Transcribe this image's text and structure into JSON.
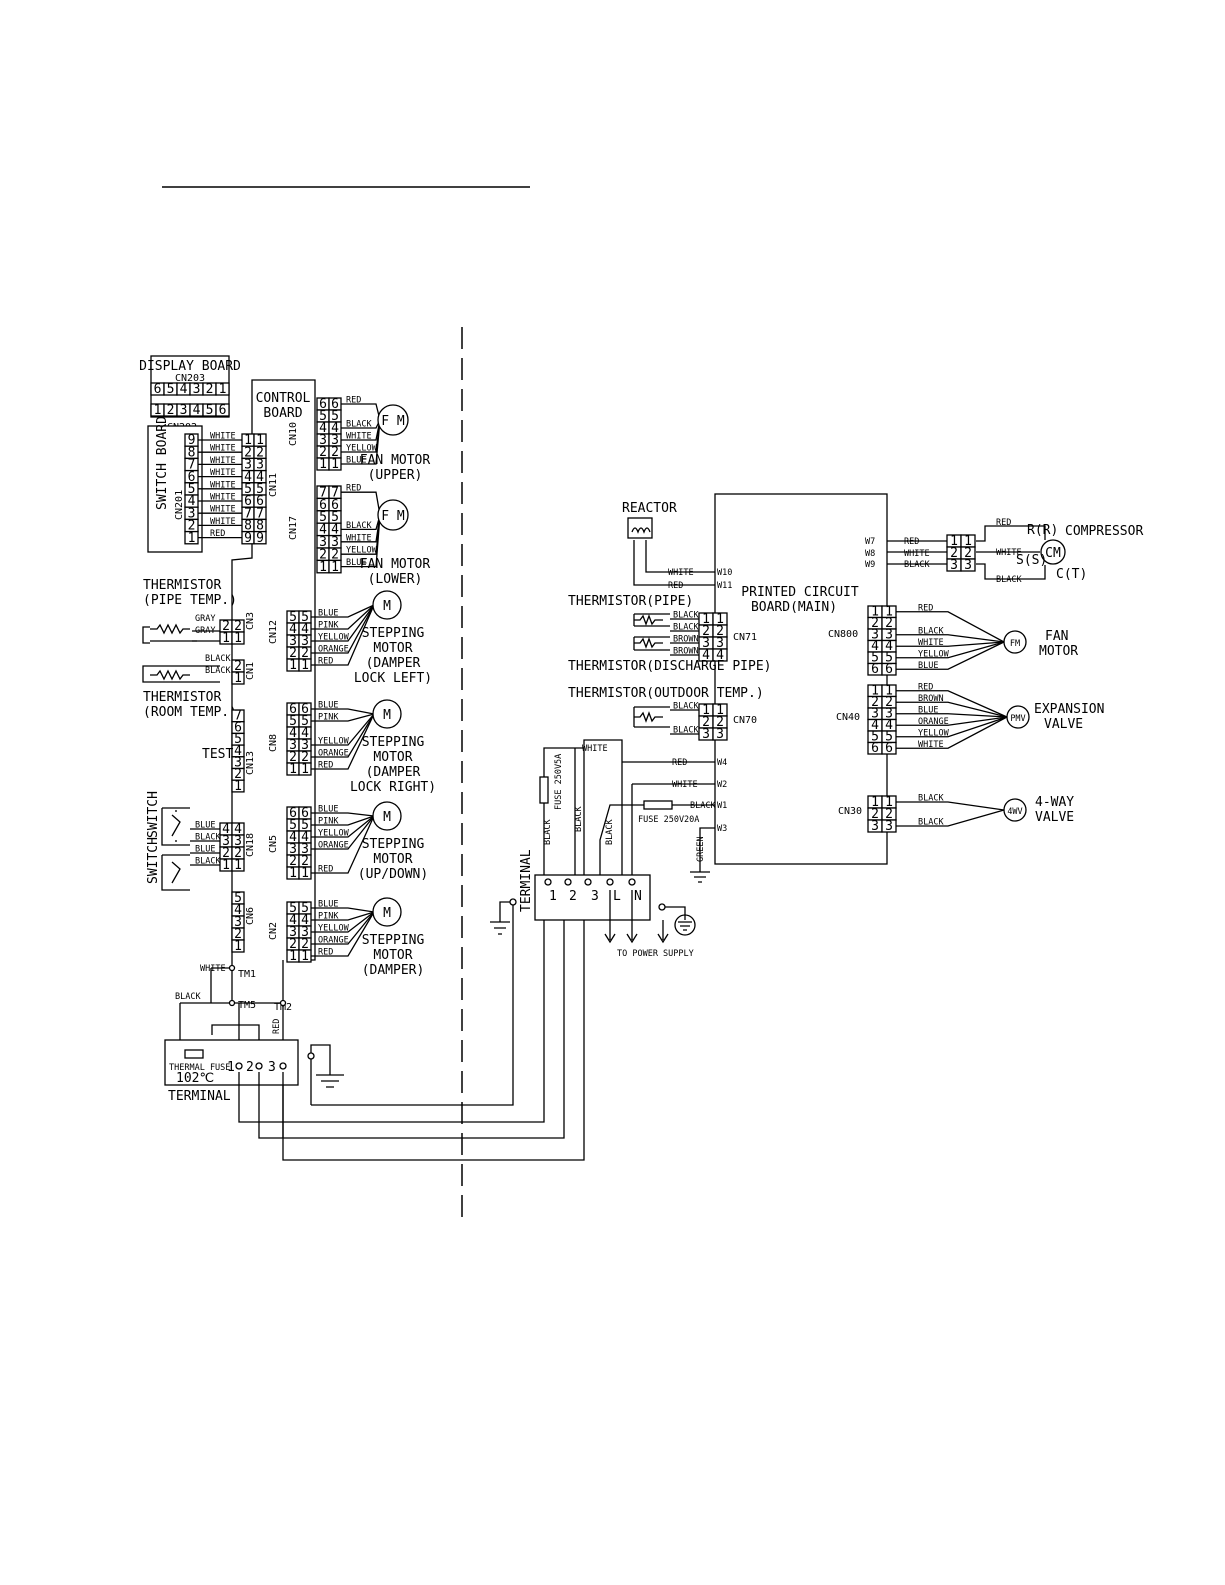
{
  "indoor": {
    "display_board": {
      "title": "DISPLAY BOARD",
      "cn_top": "CN203",
      "cn_bottom": "CN202",
      "top_pins": [
        "6",
        "5",
        "4",
        "3",
        "2",
        "1"
      ],
      "bottom_pins": [
        "1",
        "2",
        "3",
        "4",
        "5",
        "6"
      ]
    },
    "switch_board": {
      "title": "SWITCH BOARD",
      "cn": "CN201",
      "pins": [
        "9",
        "8",
        "7",
        "6",
        "5",
        "4",
        "3",
        "2",
        "1"
      ],
      "wires": [
        "WHITE",
        "WHITE",
        "WHITE",
        "WHITE",
        "WHITE",
        "WHITE",
        "WHITE",
        "WHITE",
        "RED"
      ]
    },
    "control_board": {
      "title_line1": "CONTROL",
      "title_line2": "BOARD"
    },
    "connectors": {
      "cn11": {
        "name": "CN11",
        "pins": [
          "1",
          "2",
          "3",
          "4",
          "5",
          "6",
          "7",
          "8",
          "9"
        ]
      },
      "cn10": {
        "name": "CN10",
        "pins": [
          "6",
          "5",
          "4",
          "3",
          "2",
          "1"
        ],
        "wires": [
          "RED",
          "",
          "BLACK",
          "WHITE",
          "YELLOW",
          "BLUE"
        ]
      },
      "cn17": {
        "name": "CN17",
        "pins": [
          "7",
          "6",
          "5",
          "4",
          "3",
          "2",
          "1"
        ],
        "wires": [
          "RED",
          "",
          "",
          "BLACK",
          "WHITE",
          "YELLOW",
          "BLUE"
        ]
      },
      "cn3": {
        "name": "CN3",
        "pins": [
          "2",
          "1"
        ],
        "wires": [
          "GRAY",
          "GRAY"
        ]
      },
      "cn1": {
        "name": "CN1",
        "pins": [
          "2",
          "1"
        ],
        "wires": [
          "BLACK",
          "BLACK"
        ]
      },
      "cn13": {
        "name": "CN13",
        "pins": [
          "7",
          "6",
          "5",
          "4",
          "3",
          "2",
          "1"
        ]
      },
      "cn18": {
        "name": "CN18",
        "pins": [
          "4",
          "3",
          "2",
          "1"
        ],
        "wires": [
          "BLUE",
          "BLACK",
          "BLUE",
          "BLACK"
        ]
      },
      "cn6": {
        "name": "CN6",
        "pins": [
          "5",
          "4",
          "3",
          "2",
          "1"
        ]
      },
      "cn12": {
        "name": "CN12",
        "pins": [
          "5",
          "4",
          "3",
          "2",
          "1"
        ],
        "wires": [
          "BLUE",
          "PINK",
          "YELLOW",
          "ORANGE",
          "RED"
        ]
      },
      "cn8": {
        "name": "CN8",
        "pins": [
          "6",
          "5",
          "4",
          "3",
          "2",
          "1"
        ],
        "wires": [
          "BLUE",
          "PINK",
          "YELLOW",
          "ORANGE",
          "RED"
        ]
      },
      "cn5": {
        "name": "CN5",
        "pins": [
          "6",
          "5",
          "4",
          "3",
          "2",
          "1"
        ],
        "wires": [
          "BLUE",
          "PINK",
          "YELLOW",
          "ORANGE",
          "RED"
        ]
      },
      "cn2": {
        "name": "CN2",
        "pins": [
          "5",
          "4",
          "3",
          "2",
          "1"
        ],
        "wires": [
          "BLUE",
          "PINK",
          "YELLOW",
          "ORANGE",
          "RED"
        ]
      }
    },
    "fan_motor_upper": {
      "symbol": "F M",
      "line1": "FAN MOTOR",
      "line2": "(UPPER)"
    },
    "fan_motor_lower": {
      "symbol": "F M",
      "line1": "FAN MOTOR",
      "line2": "(LOWER)"
    },
    "stepping_lock_left": {
      "symbol": "M",
      "lines": [
        "STEPPING",
        "MOTOR",
        "(DAMPER",
        "LOCK LEFT)"
      ]
    },
    "stepping_lock_right": {
      "symbol": "M",
      "lines": [
        "STEPPING",
        "MOTOR",
        "(DAMPER",
        "LOCK RIGHT)"
      ]
    },
    "stepping_updown": {
      "symbol": "M",
      "lines": [
        "STEPPING",
        "MOTOR",
        "(UP/DOWN)"
      ]
    },
    "stepping_damper": {
      "symbol": "M",
      "lines": [
        "STEPPING",
        "MOTOR",
        "(DAMPER)"
      ]
    },
    "thermistor_pipe": {
      "line1": "THERMISTOR",
      "line2": "(PIPE TEMP.)"
    },
    "thermistor_room": {
      "line1": "THERMISTOR",
      "line2": "(ROOM TEMP.)"
    },
    "test_label": "TEST",
    "switch_label": "SWITCH",
    "tm1": "TM1",
    "tm5": "TM5",
    "tm2": "TM2",
    "white_label": "WHITE",
    "black_label": "BLACK",
    "red_label": "RED",
    "thermal_fuse": {
      "line1": "THERMAL FUSE",
      "line2": "102℃"
    },
    "terminal": {
      "label": "TERMINAL",
      "pins": [
        "1",
        "2",
        "3"
      ]
    }
  },
  "outdoor": {
    "pcb": {
      "line1": "PRINTED CIRCUIT",
      "line2": "BOARD(MAIN)"
    },
    "reactor": {
      "label": "REACTOR",
      "wire1": "WHITE",
      "wire2": "RED",
      "w10": "W10",
      "w11": "W11"
    },
    "thermistor_pipe": "THERMISTOR(PIPE)",
    "thermistor_discharge": "THERMISTOR(DISCHARGE PIPE)",
    "thermistor_outdoor": "THERMISTOR(OUTDOOR TEMP.)",
    "cn71": {
      "name": "CN71",
      "pins": [
        "1",
        "2",
        "3",
        "4"
      ],
      "wires": [
        "BLACK",
        "BLACK",
        "BROWN",
        "BROWN"
      ]
    },
    "cn70": {
      "name": "CN70",
      "pins": [
        "1",
        "2",
        "3"
      ],
      "wires": [
        "BLACK",
        "",
        "BLACK"
      ]
    },
    "cn800": {
      "name": "CN800",
      "pins": [
        "1",
        "2",
        "3",
        "4",
        "5",
        "6"
      ],
      "wires": [
        "RED",
        "",
        "BLACK",
        "WHITE",
        "YELLOW",
        "BLUE"
      ]
    },
    "cn40": {
      "name": "CN40",
      "pins": [
        "1",
        "2",
        "3",
        "4",
        "5",
        "6"
      ],
      "wires": [
        "RED",
        "BROWN",
        "BLUE",
        "ORANGE",
        "YELLOW",
        "WHITE"
      ]
    },
    "cn30": {
      "name": "CN30",
      "pins": [
        "1",
        "2",
        "3"
      ],
      "wires": [
        "BLACK",
        "",
        "BLACK"
      ]
    },
    "comp_conn": {
      "pins": [
        "1",
        "2",
        "3"
      ],
      "w7": "W7",
      "w8": "W8",
      "w9": "W9",
      "wires": [
        "RED",
        "WHITE",
        "BLACK"
      ]
    },
    "compressor": {
      "symbol": "CM",
      "label": "COMPRESSOR",
      "r": "R(R)",
      "s": "S(S)",
      "c": "C(T)",
      "wires": [
        "RED",
        "WHITE",
        "BLACK"
      ]
    },
    "fan_motor": {
      "symbol": "FM",
      "line1": "FAN",
      "line2": "MOTOR"
    },
    "expansion_valve": {
      "symbol": "PMV",
      "line1": "EXPANSION",
      "line2": "VALVE"
    },
    "four_way_valve": {
      "symbol": "4WV",
      "line1": "4-WAY",
      "line2": "VALVE"
    },
    "power": {
      "w4": "W4",
      "w2": "W2",
      "w1": "W1",
      "w3": "W3",
      "red": "RED",
      "white": "WHITE",
      "black": "BLACK",
      "green": "GREEN",
      "fuse1": "FUSE 250V20A",
      "fuse2": "FUSE 250V5A"
    },
    "terminal": {
      "label": "TERMINAL",
      "pins": [
        "1",
        "2",
        "3",
        "L",
        "N"
      ]
    },
    "power_supply": "TO POWER SUPPLY"
  }
}
